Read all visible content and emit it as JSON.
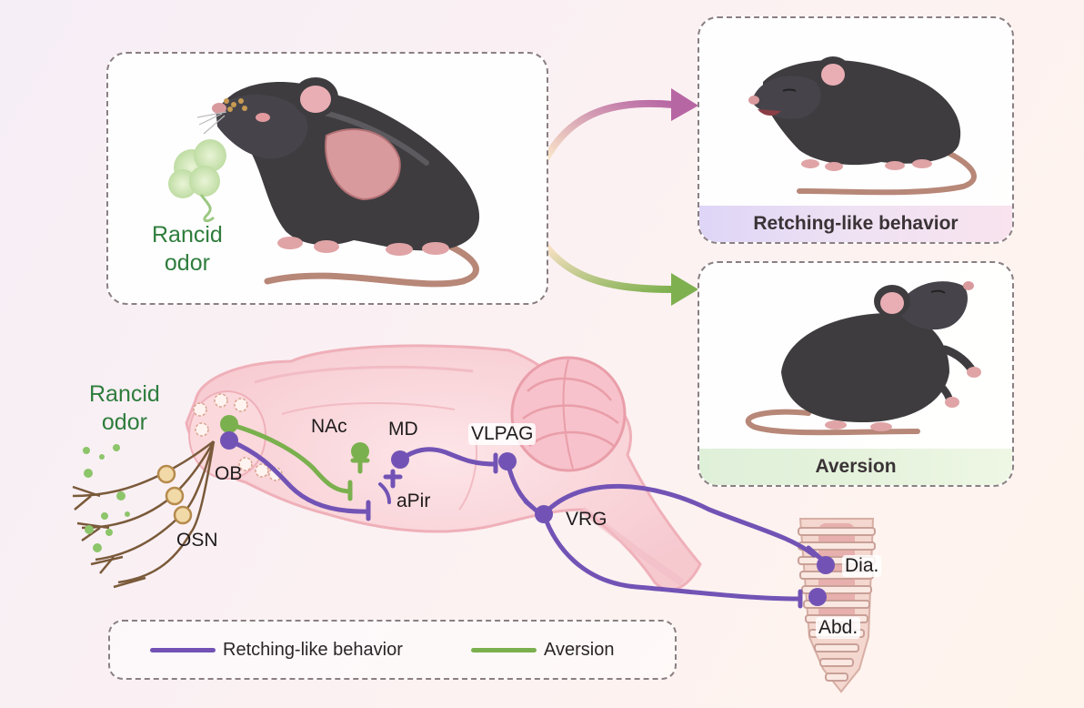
{
  "main_panel": {
    "odor_label_line1": "Rancid",
    "odor_label_line2": "odor"
  },
  "outcomes": {
    "retching_caption": "Retching-like behavior",
    "aversion_caption": "Aversion"
  },
  "brain": {
    "odor_label_line1": "Rancid",
    "odor_label_line2": "odor",
    "regions": {
      "ob": "OB",
      "osn": "OSN",
      "nac": "NAc",
      "md": "MD",
      "apir": "aPir",
      "vlpag": "VLPAG",
      "vrg": "VRG",
      "dia": "Dia.",
      "abd": "Abd."
    }
  },
  "legend": {
    "retching_label": "Retching-like behavior",
    "aversion_label": "Aversion"
  },
  "colors": {
    "retching_pathway": "#7253b5",
    "aversion_pathway": "#7bb04e",
    "mouse_body": "#3e3c3f",
    "odor_text": "#2e7d3c"
  }
}
